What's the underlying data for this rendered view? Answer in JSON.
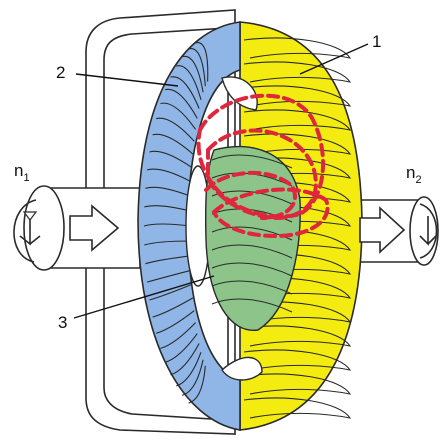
{
  "labels": {
    "turbine": "1",
    "pump": "2",
    "stator": "3",
    "input_speed": {
      "symbol": "n",
      "subscript": "1"
    },
    "output_speed": {
      "symbol": "n",
      "subscript": "2"
    }
  },
  "colors": {
    "turbine": "#f4ec10",
    "pump": "#8fb6e6",
    "stator": "#8cc48a",
    "flow": "#e0263c",
    "outline": "#2a2a2a",
    "background": "#ffffff"
  },
  "icons": {
    "input_rotation": "rotation-arrow-icon",
    "output_rotation": "rotation-arrow-icon",
    "input_arrow": "hollow-arrow-right-icon",
    "output_arrow": "hollow-arrow-right-icon"
  }
}
